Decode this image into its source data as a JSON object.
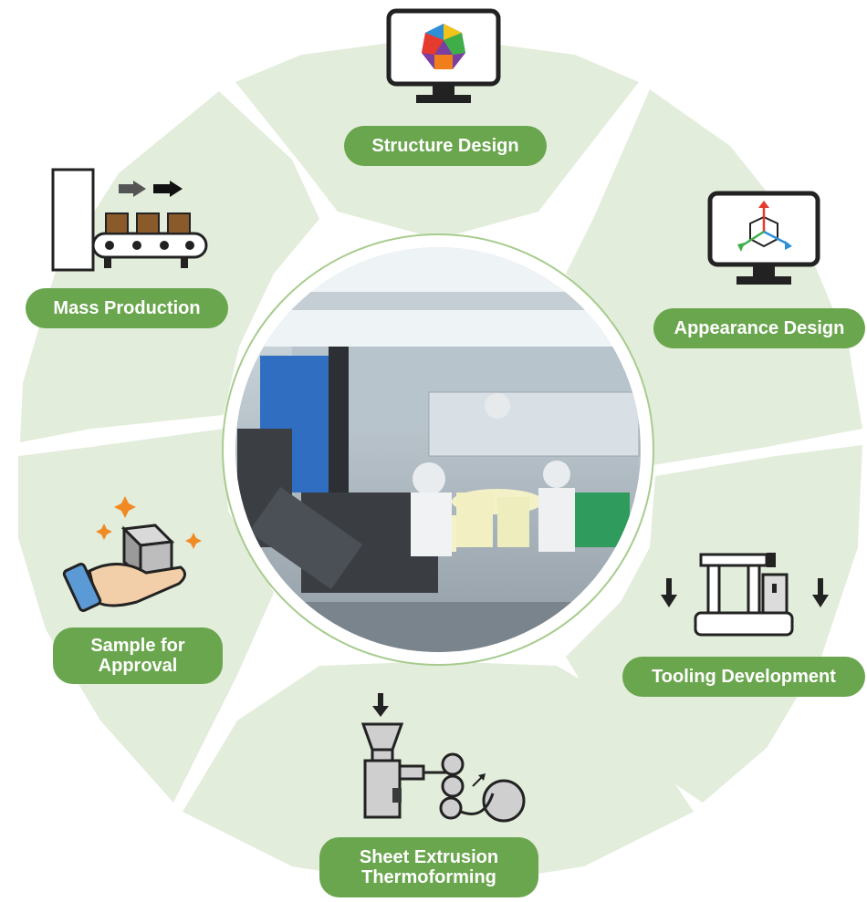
{
  "colors": {
    "segment_fill": "#e3eddb",
    "label_bg": "#6aa64e",
    "label_text": "#ffffff",
    "ring_outline": "#a7cc8f"
  },
  "center": {
    "image_icon": "factory-floor-photo"
  },
  "steps": [
    {
      "id": "structure-design",
      "lines": [
        "Structure Design"
      ],
      "icon": "monitor-polyhedron-icon"
    },
    {
      "id": "appearance-design",
      "lines": [
        "Appearance Design"
      ],
      "icon": "monitor-3d-axes-icon"
    },
    {
      "id": "tooling-development",
      "lines": [
        "Tooling Development"
      ],
      "icon": "press-machine-icon"
    },
    {
      "id": "sheet-extrusion",
      "lines": [
        "Sheet Extrusion",
        "Thermoforming"
      ],
      "icon": "extruder-rollers-icon"
    },
    {
      "id": "sample-approval",
      "lines": [
        "Sample for",
        "Approval"
      ],
      "icon": "hand-holding-box-icon"
    },
    {
      "id": "mass-production",
      "lines": [
        "Mass Production"
      ],
      "icon": "conveyor-belt-icon"
    }
  ]
}
